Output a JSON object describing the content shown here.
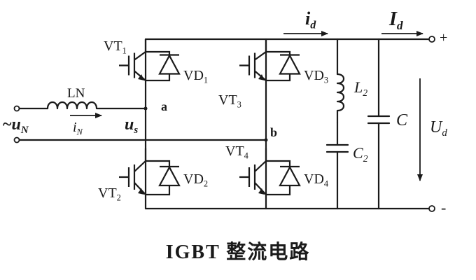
{
  "caption": "IGBT 整流电路",
  "labels": {
    "vt1": {
      "main": "VT",
      "sub": "1"
    },
    "vt2": {
      "main": "VT",
      "sub": "2"
    },
    "vt3": {
      "main": "VT",
      "sub": "3"
    },
    "vt4": {
      "main": "VT",
      "sub": "4"
    },
    "vd1": {
      "main": "VD",
      "sub": "1"
    },
    "vd2": {
      "main": "VD",
      "sub": "2"
    },
    "vd3": {
      "main": "VD",
      "sub": "3"
    },
    "vd4": {
      "main": "VD",
      "sub": "4"
    },
    "ln": "LN",
    "source": {
      "tilde": "~",
      "main": "u",
      "sub": "N"
    },
    "i_n": {
      "main": "i",
      "sub": "N"
    },
    "u_s": {
      "main": "u",
      "sub": "s"
    },
    "node_a": "a",
    "node_b": "b",
    "i_d": {
      "main": "i",
      "sub": "d"
    },
    "I_d": {
      "main": "I",
      "sub": "d"
    },
    "plus": "+",
    "minus": "-",
    "l2": {
      "main": "L",
      "sub": "2"
    },
    "c2": {
      "main": "C",
      "sub": "2"
    },
    "c": "C",
    "u_d": {
      "main": "U",
      "sub": "d"
    }
  }
}
